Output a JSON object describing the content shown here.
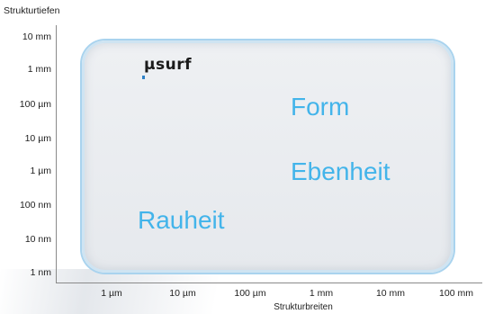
{
  "y_axis": {
    "title": "Strukturtiefen",
    "ticks": [
      "10 mm",
      "1 mm",
      "100 µm",
      "10 µm",
      "1 µm",
      "100 nm",
      "10 nm",
      "1 nm"
    ]
  },
  "x_axis": {
    "title": "Strukturbreiten",
    "ticks": [
      "1 µm",
      "10 µm",
      "100 µm",
      "1 mm",
      "10 mm",
      "100 mm"
    ]
  },
  "panel": {
    "logo": "µsurf",
    "regions": [
      "Form",
      "Ebenheit",
      "Rauheit"
    ]
  },
  "colors": {
    "region_text": "#43b4ea",
    "panel_border": "#a9d3ee",
    "axis": "#8a8a8a"
  }
}
